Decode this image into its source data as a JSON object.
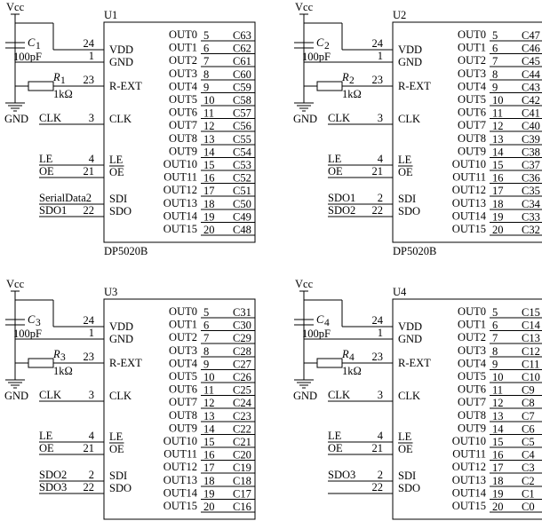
{
  "chips": [
    {
      "id": "u1",
      "ref": "U1",
      "part": "DP5020B",
      "vcc": "Vcc",
      "gnd": "GND",
      "cap_letter": "C",
      "cap_sub": "1",
      "cap_value": "100pF",
      "res_letter": "R",
      "res_sub": "1",
      "res_value": "1kΩ",
      "pins": [
        {
          "num": "24",
          "name": "VDD",
          "net": ""
        },
        {
          "num": "1",
          "name": "GND",
          "net": ""
        },
        {
          "num": "23",
          "name": "R-EXT",
          "net": ""
        },
        {
          "num": "3",
          "name": "CLK",
          "net": "CLK"
        },
        {
          "num": "4",
          "name": "LE",
          "net": "LE"
        },
        {
          "num": "21",
          "name": "OE",
          "net": "OE"
        },
        {
          "num": "",
          "name": "SDI",
          "net": "SerialData2"
        },
        {
          "num": "22",
          "name": "SDO",
          "net": "SDO1"
        }
      ],
      "outputs": [
        {
          "name": "OUT0",
          "num": "5",
          "net": "C63"
        },
        {
          "name": "OUT1",
          "num": "6",
          "net": "C62"
        },
        {
          "name": "OUT2",
          "num": "7",
          "net": "C61"
        },
        {
          "name": "OUT3",
          "num": "8",
          "net": "C60"
        },
        {
          "name": "OUT4",
          "num": "9",
          "net": "C59"
        },
        {
          "name": "OUT5",
          "num": "10",
          "net": "C58"
        },
        {
          "name": "OUT6",
          "num": "11",
          "net": "C57"
        },
        {
          "name": "OUT7",
          "num": "12",
          "net": "C56"
        },
        {
          "name": "OUT8",
          "num": "13",
          "net": "C55"
        },
        {
          "name": "OUT9",
          "num": "14",
          "net": "C54"
        },
        {
          "name": "OUT10",
          "num": "15",
          "net": "C53"
        },
        {
          "name": "OUT11",
          "num": "16",
          "net": "C52"
        },
        {
          "name": "OUT12",
          "num": "17",
          "net": "C51"
        },
        {
          "name": "OUT13",
          "num": "18",
          "net": "C50"
        },
        {
          "name": "OUT14",
          "num": "19",
          "net": "C49"
        },
        {
          "name": "OUT15",
          "num": "20",
          "net": "C48"
        }
      ]
    },
    {
      "id": "u2",
      "ref": "U2",
      "part": "DP5020B",
      "vcc": "Vcc",
      "gnd": "GND",
      "cap_letter": "C",
      "cap_sub": "2",
      "cap_value": "100pF",
      "res_letter": "R",
      "res_sub": "2",
      "res_value": "1kΩ",
      "pins": [
        {
          "num": "24",
          "name": "VDD",
          "net": ""
        },
        {
          "num": "1",
          "name": "GND",
          "net": ""
        },
        {
          "num": "23",
          "name": "R-EXT",
          "net": ""
        },
        {
          "num": "3",
          "name": "CLK",
          "net": "CLK"
        },
        {
          "num": "4",
          "name": "LE",
          "net": "LE"
        },
        {
          "num": "21",
          "name": "OE",
          "net": "OE"
        },
        {
          "num": "2",
          "name": "SDI",
          "net": "SDO1"
        },
        {
          "num": "22",
          "name": "SDO",
          "net": "SDO2"
        }
      ],
      "outputs": [
        {
          "name": "OUT0",
          "num": "5",
          "net": "C47"
        },
        {
          "name": "OUT1",
          "num": "6",
          "net": "C46"
        },
        {
          "name": "OUT2",
          "num": "7",
          "net": "C45"
        },
        {
          "name": "OUT3",
          "num": "8",
          "net": "C44"
        },
        {
          "name": "OUT4",
          "num": "9",
          "net": "C43"
        },
        {
          "name": "OUT5",
          "num": "10",
          "net": "C42"
        },
        {
          "name": "OUT6",
          "num": "11",
          "net": "C41"
        },
        {
          "name": "OUT7",
          "num": "12",
          "net": "C40"
        },
        {
          "name": "OUT8",
          "num": "13",
          "net": "C39"
        },
        {
          "name": "OUT9",
          "num": "14",
          "net": "C38"
        },
        {
          "name": "OUT10",
          "num": "15",
          "net": "C37"
        },
        {
          "name": "OUT11",
          "num": "16",
          "net": "C36"
        },
        {
          "name": "OUT12",
          "num": "17",
          "net": "C35"
        },
        {
          "name": "OUT13",
          "num": "18",
          "net": "C34"
        },
        {
          "name": "OUT14",
          "num": "19",
          "net": "C33"
        },
        {
          "name": "OUT15",
          "num": "20",
          "net": "C32"
        }
      ]
    },
    {
      "id": "u3",
      "ref": "U3",
      "part": "DP5020B",
      "vcc": "Vcc",
      "gnd": "GND",
      "cap_letter": "C",
      "cap_sub": "3",
      "cap_value": "100pF",
      "res_letter": "R",
      "res_sub": "3",
      "res_value": "1kΩ",
      "pins": [
        {
          "num": "24",
          "name": "VDD",
          "net": ""
        },
        {
          "num": "1",
          "name": "GND",
          "net": ""
        },
        {
          "num": "23",
          "name": "R-EXT",
          "net": ""
        },
        {
          "num": "3",
          "name": "CLK",
          "net": "CLK"
        },
        {
          "num": "4",
          "name": "LE",
          "net": "LE"
        },
        {
          "num": "21",
          "name": "OE",
          "net": "OE"
        },
        {
          "num": "2",
          "name": "SDI",
          "net": "SDO2"
        },
        {
          "num": "22",
          "name": "SDO",
          "net": "SDO3"
        }
      ],
      "outputs": [
        {
          "name": "OUT0",
          "num": "5",
          "net": "C31"
        },
        {
          "name": "OUT1",
          "num": "6",
          "net": "C30"
        },
        {
          "name": "OUT2",
          "num": "7",
          "net": "C29"
        },
        {
          "name": "OUT3",
          "num": "8",
          "net": "C28"
        },
        {
          "name": "OUT4",
          "num": "9",
          "net": "C27"
        },
        {
          "name": "OUT5",
          "num": "10",
          "net": "C26"
        },
        {
          "name": "OUT6",
          "num": "11",
          "net": "C25"
        },
        {
          "name": "OUT7",
          "num": "12",
          "net": "C24"
        },
        {
          "name": "OUT8",
          "num": "13",
          "net": "C23"
        },
        {
          "name": "OUT9",
          "num": "14",
          "net": "C22"
        },
        {
          "name": "OUT10",
          "num": "15",
          "net": "C21"
        },
        {
          "name": "OUT11",
          "num": "16",
          "net": "C20"
        },
        {
          "name": "OUT12",
          "num": "17",
          "net": "C19"
        },
        {
          "name": "OUT13",
          "num": "18",
          "net": "C18"
        },
        {
          "name": "OUT14",
          "num": "19",
          "net": "C17"
        },
        {
          "name": "OUT15",
          "num": "20",
          "net": "C16"
        }
      ]
    },
    {
      "id": "u4",
      "ref": "U4",
      "part": "DP5020B",
      "vcc": "Vcc",
      "gnd": "GND",
      "cap_letter": "C",
      "cap_sub": "4",
      "cap_value": "100pF",
      "res_letter": "R",
      "res_sub": "4",
      "res_value": "1kΩ",
      "pins": [
        {
          "num": "24",
          "name": "VDD",
          "net": ""
        },
        {
          "num": "1",
          "name": "GND",
          "net": ""
        },
        {
          "num": "23",
          "name": "R-EXT",
          "net": ""
        },
        {
          "num": "3",
          "name": "CLK",
          "net": "CLK"
        },
        {
          "num": "4",
          "name": "LE",
          "net": "LE"
        },
        {
          "num": "21",
          "name": "OE",
          "net": "OE"
        },
        {
          "num": "2",
          "name": "SDI",
          "net": "SDO3"
        },
        {
          "num": "22",
          "name": "SDO",
          "net": ""
        }
      ],
      "outputs": [
        {
          "name": "OUT0",
          "num": "5",
          "net": "C15"
        },
        {
          "name": "OUT1",
          "num": "6",
          "net": "C14"
        },
        {
          "name": "OUT2",
          "num": "7",
          "net": "C13"
        },
        {
          "name": "OUT3",
          "num": "8",
          "net": "C12"
        },
        {
          "name": "OUT4",
          "num": "9",
          "net": "C11"
        },
        {
          "name": "OUT5",
          "num": "10",
          "net": "C10"
        },
        {
          "name": "OUT6",
          "num": "11",
          "net": "C9"
        },
        {
          "name": "OUT7",
          "num": "12",
          "net": "C8"
        },
        {
          "name": "OUT8",
          "num": "13",
          "net": "C7"
        },
        {
          "name": "OUT9",
          "num": "14",
          "net": "C6"
        },
        {
          "name": "OUT10",
          "num": "15",
          "net": "C5"
        },
        {
          "name": "OUT11",
          "num": "16",
          "net": "C4"
        },
        {
          "name": "OUT12",
          "num": "17",
          "net": "C3"
        },
        {
          "name": "OUT13",
          "num": "18",
          "net": "C2"
        },
        {
          "name": "OUT14",
          "num": "19",
          "net": "C1"
        },
        {
          "name": "OUT15",
          "num": "20",
          "net": "C0"
        }
      ]
    }
  ]
}
